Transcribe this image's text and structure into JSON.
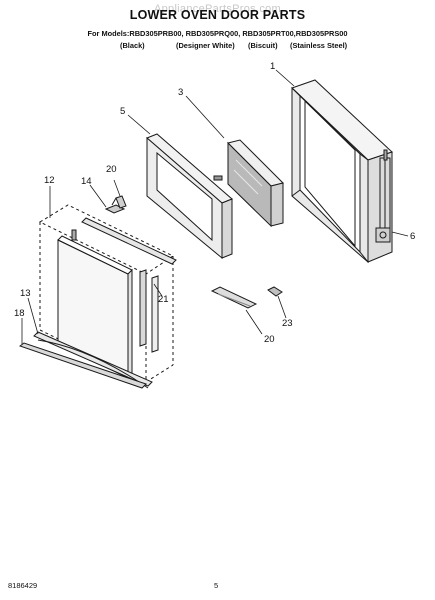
{
  "header": {
    "title": "LOWER OVEN DOOR PARTS",
    "watermark": "AppliancePartsPros.com",
    "models_line": "For Models:RBD305PRB00, RBD305PRQ00, RBD305PRT00,RBD305PRS00",
    "colors": [
      "(Black)",
      "(Designer White)",
      "(Biscuit)",
      "(Stainless Steel)"
    ]
  },
  "callouts": [
    "1",
    "3",
    "5",
    "20",
    "14",
    "12",
    "6",
    "21",
    "13",
    "18",
    "23",
    "20"
  ],
  "footer": {
    "doc_number": "8186429",
    "page_number": "5"
  }
}
